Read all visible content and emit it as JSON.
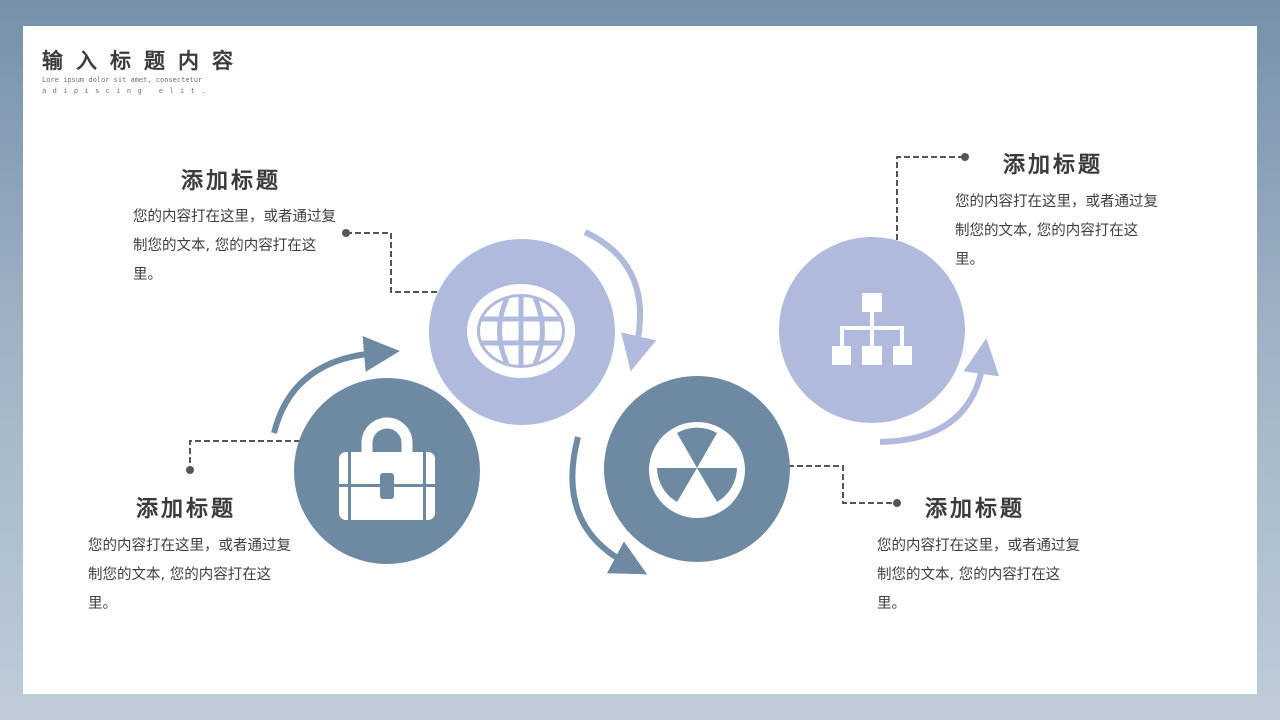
{
  "header": {
    "title": "输入标题内容",
    "subtitle_line1": "Lore ipsum dolor sit amet, consectetur",
    "subtitle_line2": "adipiscing elit."
  },
  "colors": {
    "background_top": "#7690ab",
    "background_bottom": "#bfccd8",
    "panel": "#ffffff",
    "steel_blue": "#6e8aa3",
    "lavender": "#afbadd",
    "connector": "#555555",
    "text": "#3e3e3e"
  },
  "nodes": [
    {
      "id": "globe",
      "icon": "globe-icon",
      "color": "lavender"
    },
    {
      "id": "briefcase",
      "icon": "briefcase-icon",
      "color": "steel_blue"
    },
    {
      "id": "radiation",
      "icon": "radiation-icon",
      "color": "steel_blue"
    },
    {
      "id": "hierarchy",
      "icon": "org-chart-icon",
      "color": "lavender"
    }
  ],
  "blocks": [
    {
      "title": "添加标题",
      "body": "您的内容打在这里，或者通过复制您的文本, 您的内容打在这里。"
    },
    {
      "title": "添加标题",
      "body": "您的内容打在这里，或者通过复制您的文本, 您的内容打在这里。"
    },
    {
      "title": "添加标题",
      "body": "您的内容打在这里，或者通过复制您的文本, 您的内容打在这里。"
    },
    {
      "title": "添加标题",
      "body": "您的内容打在这里，或者通过复制您的文本, 您的内容打在这里。"
    }
  ]
}
